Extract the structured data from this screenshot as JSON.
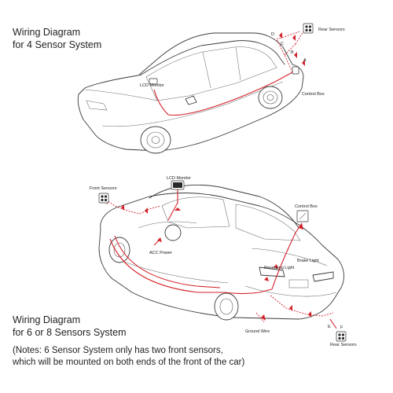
{
  "diagram_top": {
    "title_line1": "Wiring Diagram",
    "title_line2": "for 4 Sensor System",
    "labels": {
      "lcd_monitor": "LCD Monitor",
      "rear_sensors": "Rear Sensors",
      "control_box": "Control Box",
      "a": "A",
      "b": "B",
      "c": "C",
      "d": "D"
    }
  },
  "diagram_bottom": {
    "title_line1": "Wiring Diagram",
    "title_line2": "for 6 or 8 Sensors System",
    "labels": {
      "front_sensors": "Front Sensors",
      "lcd_monitor": "LCD Monitor",
      "control_box": "Control Box",
      "acc_power": "ACC Power",
      "brake_light": "Brake Light",
      "reversing_light": "Reversing Light",
      "ground_wire": "Ground Wire",
      "rear_sensors": "Rear Sensors",
      "e": "E",
      "f": "F"
    }
  },
  "note": {
    "line1": "(Notes: 6 Sensor System only has two front sensors,",
    "line2": "which will be mounted on both ends of the front of the car)"
  },
  "colors": {
    "wire": "#d4222a",
    "outline": "#3a3a3a"
  }
}
